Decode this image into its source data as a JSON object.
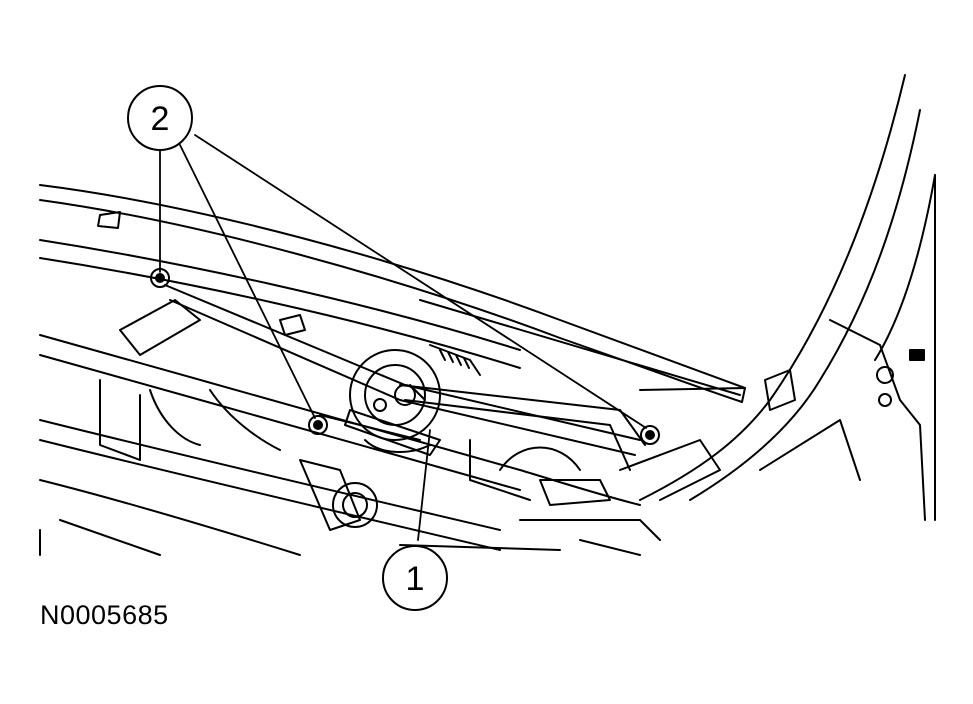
{
  "diagram": {
    "figure_id": "N0005685",
    "callouts": [
      {
        "number": "1"
      },
      {
        "number": "2"
      }
    ]
  }
}
